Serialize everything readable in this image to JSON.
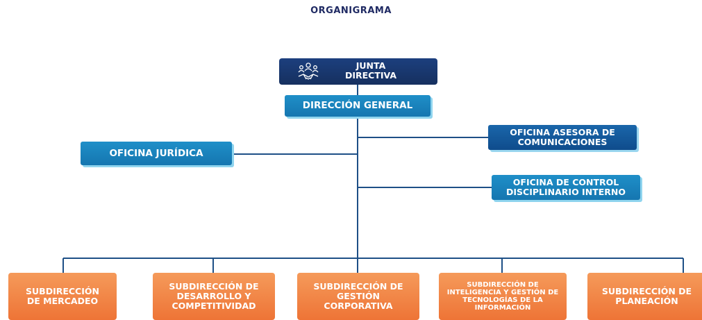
{
  "title": "ORGANIGRAMA",
  "nodes": {
    "junta": "JUNTA DIRECTIVA",
    "direccion": "DIRECCIÓN GENERAL",
    "juridica": "OFICINA JURÍDICA",
    "comunicaciones": "OFICINA ASESORA DE COMUNICACIONES",
    "control": "OFICINA  DE CONTROL DISCIPLINARIO INTERNO",
    "mercadeo": "SUBDIRECCIÓN DE MERCADEO",
    "desarrollo": "SUBDIRECCIÓN DE DESARROLLO Y COMPETITIVIDAD",
    "gestion": "SUBDIRECCIÓN DE GESTIÓN CORPORATIVA",
    "inteligencia": "SUBDIRECCIÓN DE INTELIGENCIA Y GESTIÓN DE  TECNOLOGÍAS DE LA INFORMACIÓN",
    "planeacion": "SUBDIRECCIÓN DE PLANEACIÓN"
  },
  "colors": {
    "line": "#1d4f86",
    "navy": "#16305f",
    "blue": "#1a83be",
    "orange": "#f07c3e"
  },
  "icons": {
    "junta": "handshake-people-icon"
  }
}
